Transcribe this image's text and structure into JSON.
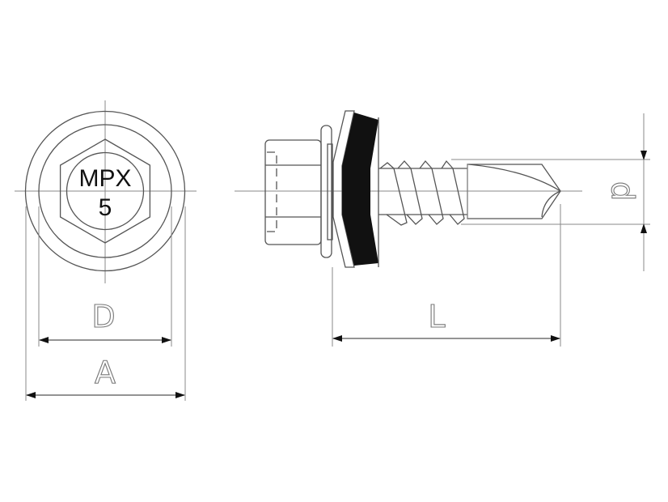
{
  "head_marking": {
    "line1": "MPX",
    "line2": "5"
  },
  "dimensions": {
    "D": "D",
    "A": "A",
    "L": "L",
    "d": "d"
  },
  "colors": {
    "line": "#555555",
    "washer_seal": "#111111",
    "background": "#ffffff"
  }
}
